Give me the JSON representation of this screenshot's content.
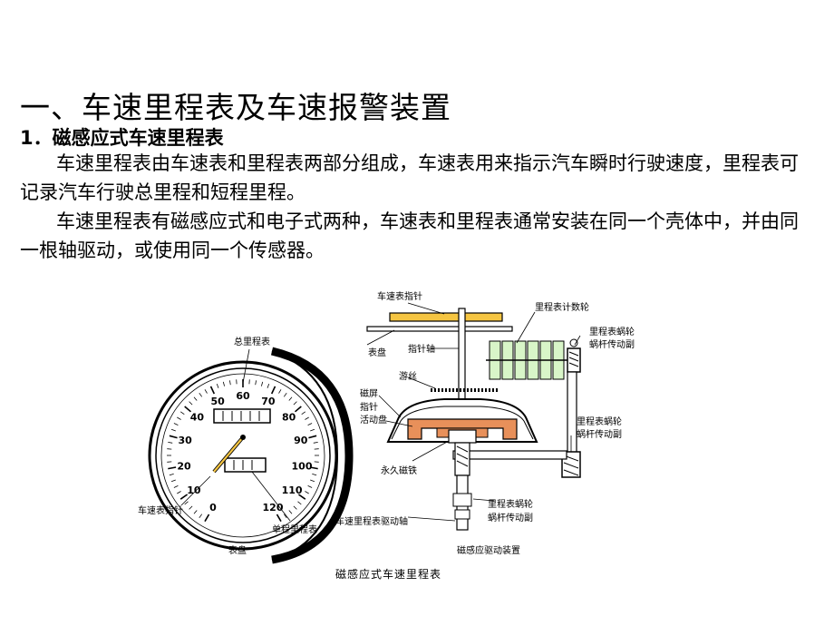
{
  "title": "一、车速里程表及车速报警装置",
  "section": "1．磁感应式车速里程表",
  "paragraphs": [
    "车速里程表由车速表和里程表两部分组成，车速表用来指示汽车瞬时行驶速度，里程表可记录汽车行驶总里程和短程里程。",
    "车速里程表有磁感应式和电子式两种，车速表和里程表通常安装在同一个壳体中，并由同一根轴驱动，或使用同一个传感器。"
  ],
  "figure": {
    "gauge_labels": {
      "total_odometer": "总里程表",
      "speedometer_pointer": "车速表指针",
      "trip_odometer": "单程里程表",
      "dial": "表盘"
    },
    "dial_numbers": [
      "0",
      "10",
      "20",
      "30",
      "40",
      "50",
      "60",
      "70",
      "80",
      "90",
      "100",
      "110",
      "120"
    ],
    "mechanism_labels": {
      "speedometer_pointer": "车速表指针",
      "odometer_counter": "里程表计数轮",
      "dial": "表盘",
      "pointer_shaft": "指针轴",
      "worm_gear_upper_1": "里程表蜗轮",
      "worm_gear_upper_2": "蜗杆传动副",
      "hairspring": "游丝",
      "magnetic_shield": "磁屏",
      "pointer_disc_1": "指针",
      "pointer_disc_2": "活动盘",
      "worm_gear_mid_1": "里程表蜗轮",
      "worm_gear_mid_2": "蜗杆传动副",
      "permanent_magnet": "永久磁铁",
      "worm_gear_low_1": "里程表蜗轮",
      "worm_gear_low_2": "蜗杆传动副",
      "drive_shaft": "车速里程表驱动轴",
      "drive_device": "磁感应驱动装置"
    },
    "caption": "磁感应式车速里程表",
    "colors": {
      "dial_plate": "#f5c542",
      "counter_wheels": "#d8f5c8",
      "magnet_cup": "#e8905a"
    }
  }
}
